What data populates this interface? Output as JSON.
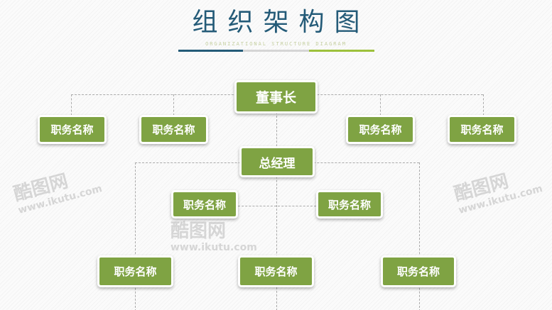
{
  "title": "组织架构图",
  "subtitle": "ORGANIZATIONAL STRUCTURE DIAGRAM",
  "colors": {
    "box": "#7fa343",
    "title": "#245b78",
    "accent_green": "#9dc13c"
  },
  "chairman": "董事长",
  "gm": "总经理",
  "row1": [
    "职务名称",
    "职务名称",
    "职务名称",
    "职务名称"
  ],
  "row2": [
    "职务名称",
    "职务名称"
  ],
  "row3": [
    "职务名称",
    "职务名称",
    "职务名称"
  ],
  "watermark": {
    "logo": "酷图网",
    "url": "www.ikutu.com"
  }
}
